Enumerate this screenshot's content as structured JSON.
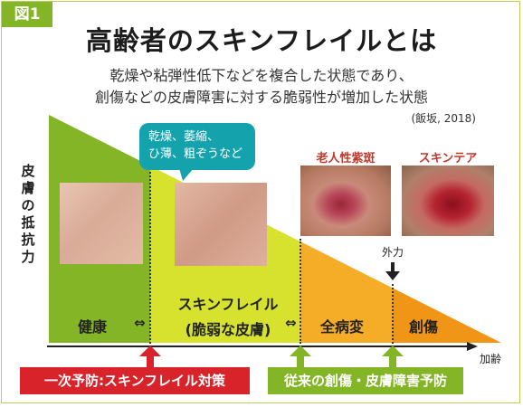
{
  "figure_tag": "図1",
  "title": "高齢者のスキンフレイルとは",
  "subtitle_line1": "乾燥や粘弾性低下などを複合した状態であり、",
  "subtitle_line2": "創傷などの皮膚障害に対する脆弱性が増加した状態",
  "citation": "(飯坂, 2018)",
  "y_axis_label": "皮膚の抵抗力",
  "x_axis_label": "加齢",
  "bubble_line1": "乾燥、萎縮、",
  "bubble_line2": "ひ薄、粗ぞうなど",
  "stages": {
    "healthy": "健康",
    "frail_line1": "スキンフレイル",
    "frail_line2": "(脆弱な皮膚)",
    "prelesion": "全病変",
    "wound": "創傷"
  },
  "photo_labels": {
    "senile_purpura": "老人性紫斑",
    "skin_tear": "スキンテア"
  },
  "external_force_label": "外力",
  "double_arrow": "⇔",
  "prevention": {
    "primary": "一次予防:スキンフレイル対策",
    "conventional": "従来の創傷・皮膚障害予防"
  },
  "colors": {
    "green": "#84b526",
    "yellow_green": "#d6e22e",
    "orange": "#f5ad27",
    "dark_orange": "#f19516",
    "teal": "#14a3ad",
    "red": "#d8232a"
  }
}
